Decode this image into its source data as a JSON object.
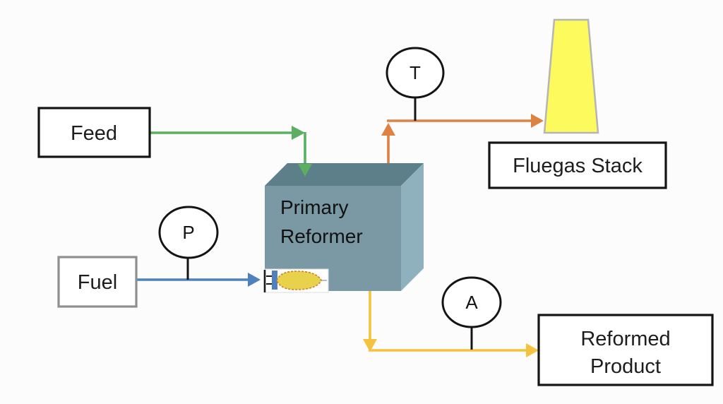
{
  "diagram": {
    "background_color": "#fcfcfc",
    "nodes": {
      "feed": {
        "label": "Feed"
      },
      "fuel": {
        "label": "Fuel"
      },
      "primary_reformer": {
        "line1": "Primary",
        "line2": "Reformer"
      },
      "fluegas_stack": {
        "label": "Fluegas Stack"
      },
      "reformed_product": {
        "line1": "Reformed",
        "line2": "Product"
      }
    },
    "instruments": {
      "temperature": {
        "label": "T"
      },
      "pressure": {
        "label": "P"
      },
      "analyzer": {
        "label": "A"
      }
    },
    "streams": {
      "feed": {
        "color": "#5cae60"
      },
      "fuel": {
        "color": "#4f81bd"
      },
      "fluegas": {
        "color": "#de8244"
      },
      "product": {
        "color": "#f6c23d"
      }
    },
    "shapes": {
      "reformer_front_color": "#7a99a4",
      "reformer_top_color": "#5d7f8a",
      "reformer_side_color": "#8fb1be",
      "stack_fill_color": "#fdfa5e",
      "stack_outline_color": "#b5b5b5",
      "flame_fill_color": "#e8d24b",
      "flame_outline_color": "#cf7d30",
      "burner_bar_color": "#4f81bd"
    }
  }
}
